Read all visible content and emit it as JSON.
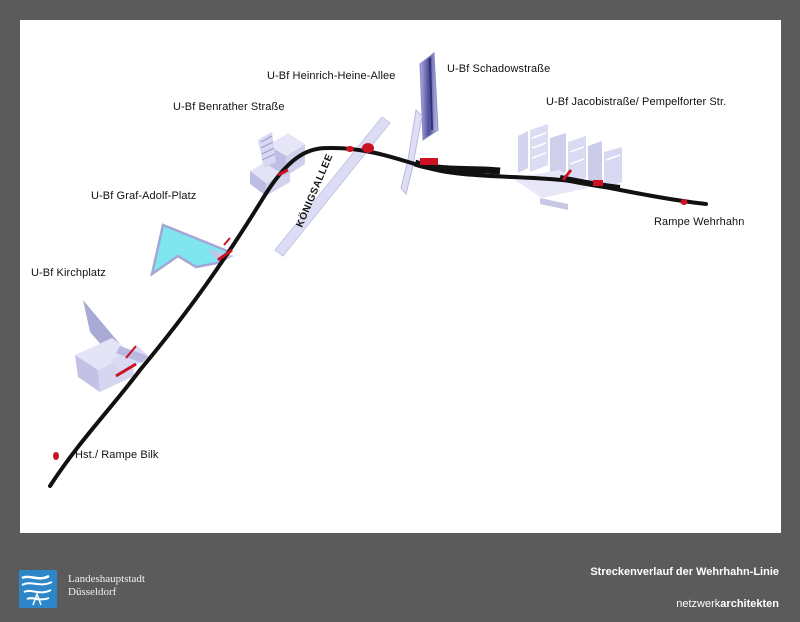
{
  "map": {
    "street_label": "KÖNIGSALLEE",
    "stations": [
      {
        "id": "schadowstrasse",
        "label": "U-Bf Schadowstraße"
      },
      {
        "id": "heinrich-heine-allee",
        "label": "U-Bf Heinrich-Heine-Allee"
      },
      {
        "id": "benrather-strasse",
        "label": "U-Bf Benrather Straße"
      },
      {
        "id": "jacobistrasse",
        "label": "U-Bf Jacobistraße/ Pempelforter Str."
      },
      {
        "id": "graf-adolf-platz",
        "label": "U-Bf Graf-Adolf-Platz"
      },
      {
        "id": "rampe-wehrhahn",
        "label": "Rampe Wehrhahn"
      },
      {
        "id": "kirchplatz",
        "label": "U-Bf Kirchplatz"
      },
      {
        "id": "rampe-bilk",
        "label": "Hst./ Rampe Bilk"
      }
    ],
    "colors": {
      "track": "#111111",
      "station_marker": "#cc1122",
      "building": "#c8c8ea",
      "building_dark": "#6f6fa8",
      "plaza": "#7fe6f0"
    }
  },
  "footer": {
    "logo_icon": "duesseldorf-city-logo",
    "city_name_line1": "Landeshauptstadt",
    "city_name_line2": "Düsseldorf",
    "plan_title": "Streckenverlauf der Wehrhahn-Linie",
    "architect_prefix": "netzwerk",
    "architect_bold": "architekten"
  }
}
